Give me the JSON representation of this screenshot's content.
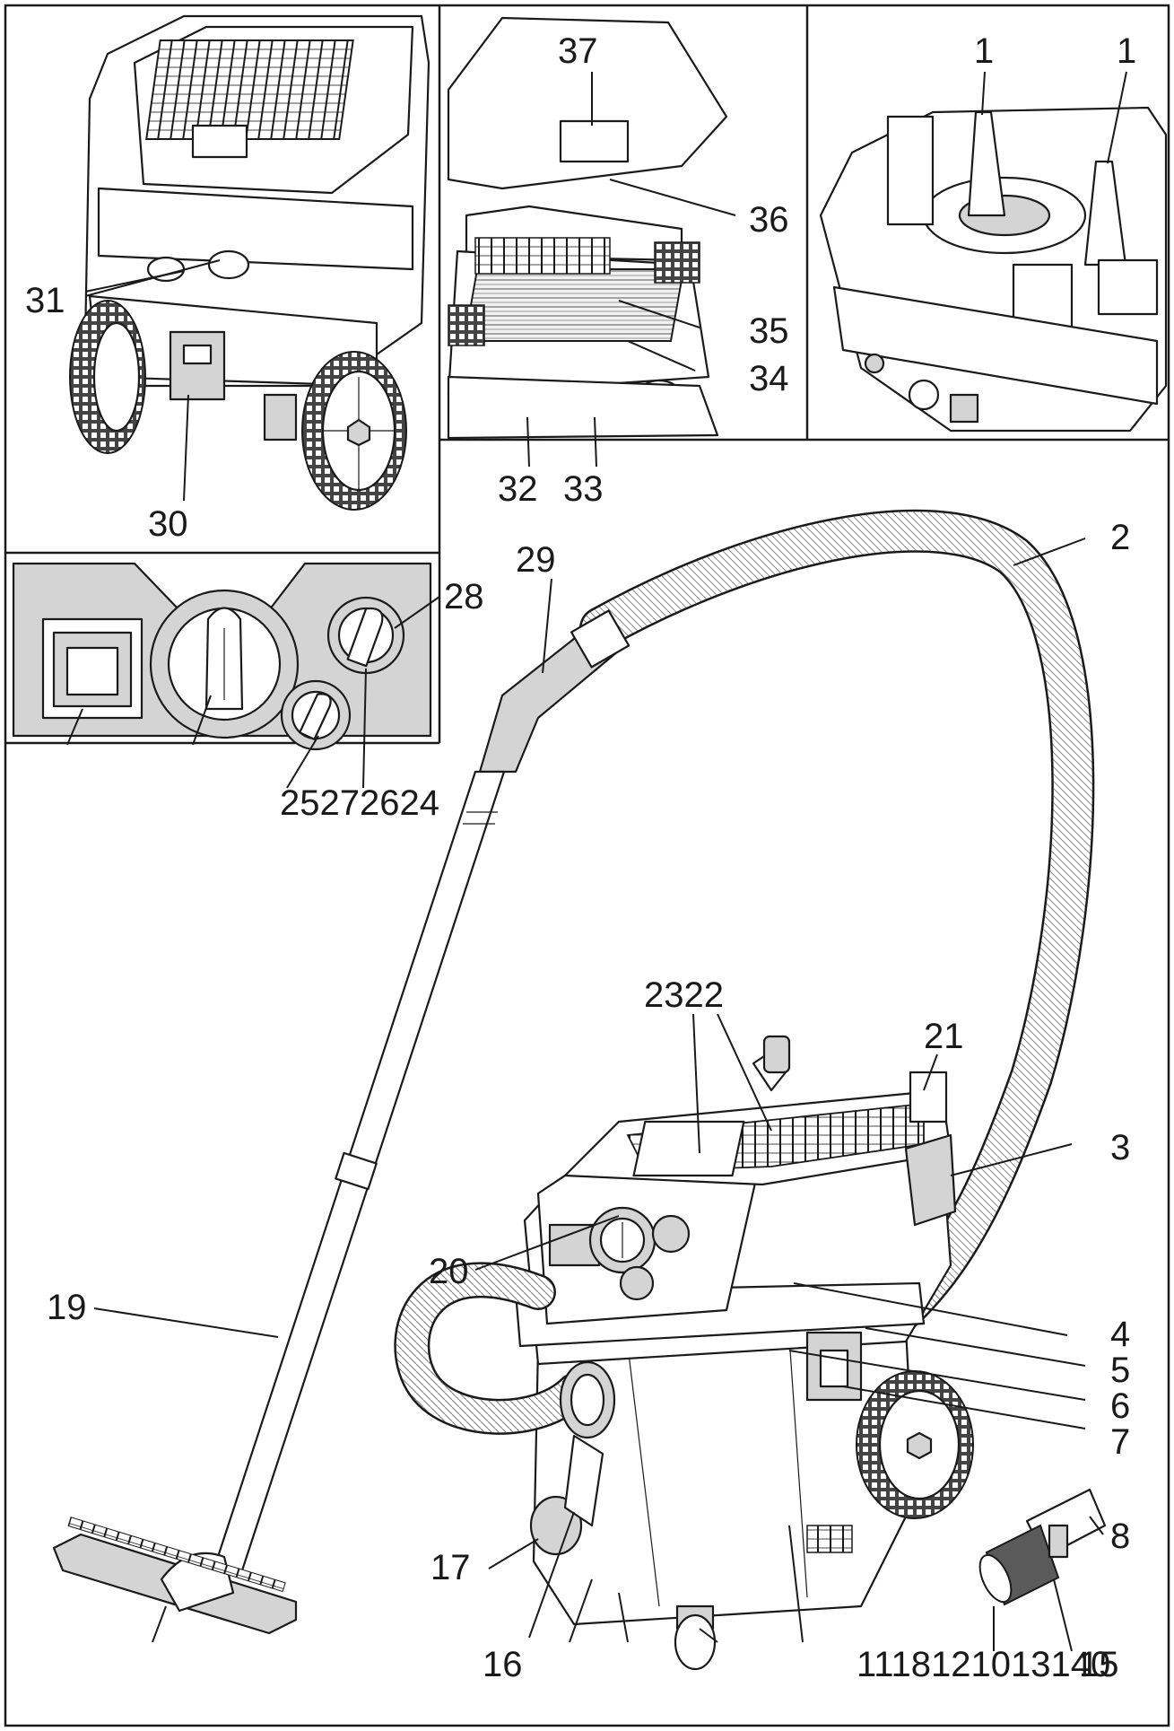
{
  "labels": {
    "l1a": "1",
    "l1b": "1",
    "l2": "2",
    "l3": "3",
    "l4": "4",
    "l5": "5",
    "l6": "6",
    "l7": "7",
    "l8": "8",
    "l16": "16",
    "l17": "17",
    "l19": "19",
    "l20": "20",
    "l21": "21",
    "l2322": "2322",
    "l28": "28",
    "l29": "29",
    "l30": "30",
    "l31": "31",
    "l32": "32",
    "l33": "33",
    "l34": "34",
    "l35": "35",
    "l36": "36",
    "l37": "37",
    "l25272624": "25272624",
    "lbottom": "1118121013140",
    "l15": "15"
  },
  "colors": {
    "line": "#1a1a1a",
    "panel_grey": "#d4d4d4",
    "dark_fill": "#5a5a5a",
    "background": "#ffffff"
  }
}
